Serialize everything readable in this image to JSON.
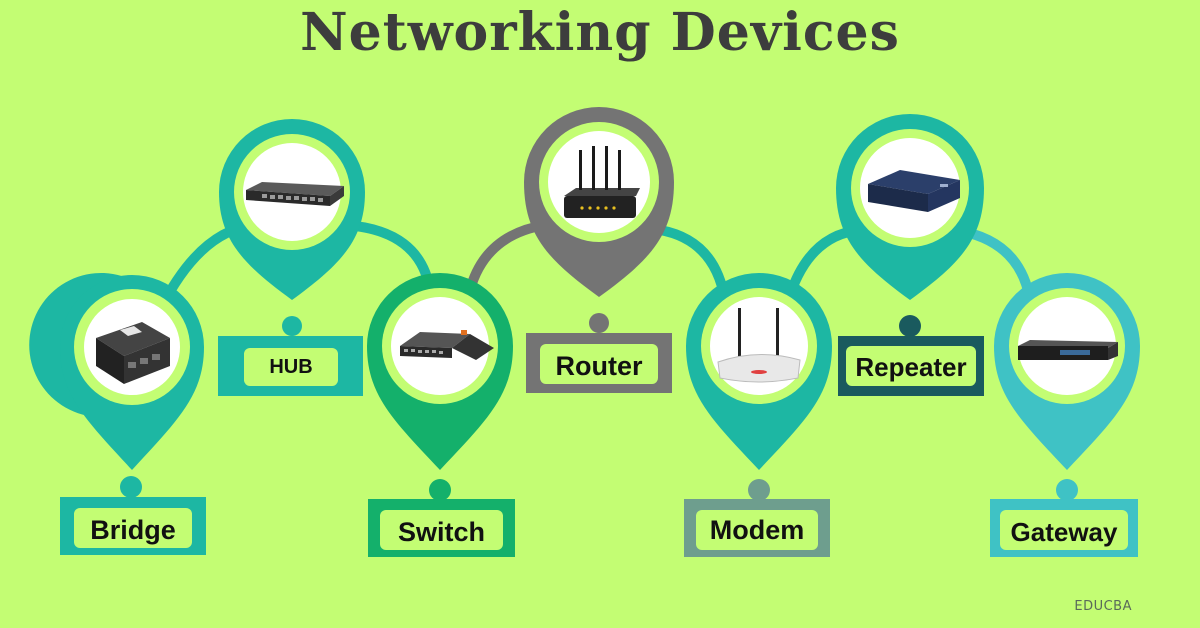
{
  "title": "Networking Devices",
  "watermark": "EDUCBA",
  "colors": {
    "background": "#c3fd73",
    "teal": "#1db7a3",
    "teal_light": "#3fc2c5",
    "green": "#14b06b",
    "gray": "#747474",
    "slate": "#6e9e8e",
    "navy": "#1a5a5e",
    "title": "#3d3d3d"
  },
  "devices": [
    {
      "id": "bridge",
      "label": "Bridge",
      "icon": "bridge-device-icon"
    },
    {
      "id": "hub",
      "label": "HUB",
      "icon": "hub-device-icon"
    },
    {
      "id": "switch",
      "label": "Switch",
      "icon": "switch-device-icon"
    },
    {
      "id": "router",
      "label": "Router",
      "icon": "router-device-icon"
    },
    {
      "id": "modem",
      "label": "Modem",
      "icon": "modem-device-icon"
    },
    {
      "id": "repeater",
      "label": "Repeater",
      "icon": "repeater-device-icon"
    },
    {
      "id": "gateway",
      "label": "Gateway",
      "icon": "gateway-device-icon"
    }
  ]
}
